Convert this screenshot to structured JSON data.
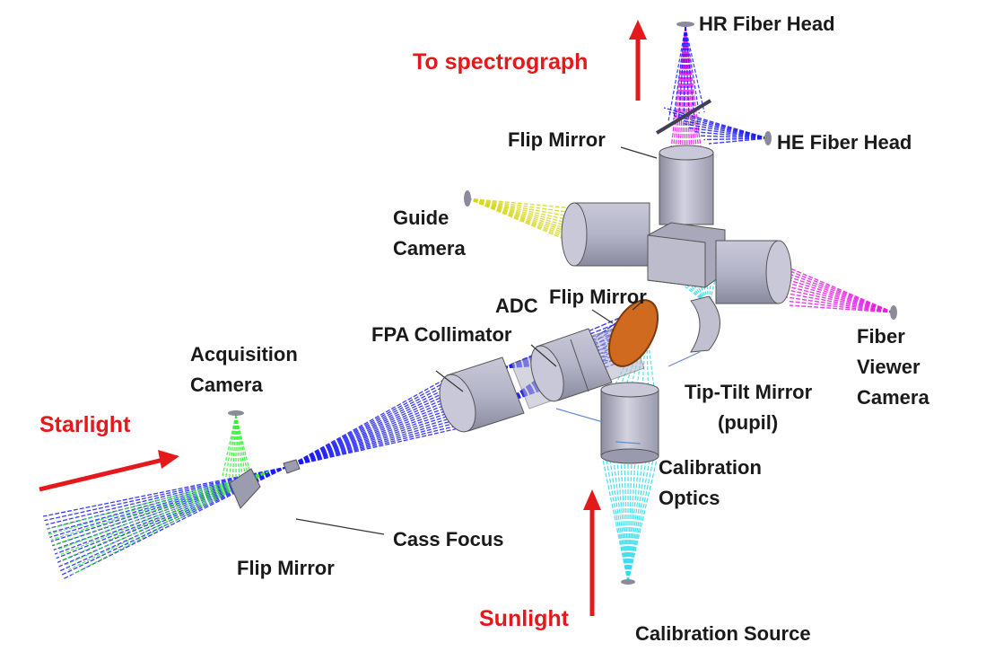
{
  "labels": {
    "hr_fiber_head": "HR Fiber Head",
    "he_fiber_head": "HE Fiber Head",
    "to_spectrograph": "To spectrograph",
    "flip_mirror_top": "Flip Mirror",
    "guide_camera_1": "Guide",
    "guide_camera_2": "Camera",
    "flip_mirror_mid": "Flip Mirror",
    "adc": "ADC",
    "fpa_collimator": "FPA Collimator",
    "acquisition_camera_1": "Acquisition",
    "acquisition_camera_2": "Camera",
    "starlight": "Starlight",
    "fiber_viewer_1": "Fiber",
    "fiber_viewer_2": "Viewer",
    "fiber_viewer_3": "Camera",
    "tip_tilt_1": "Tip-Tilt  Mirror",
    "tip_tilt_2": "(pupil)",
    "calibration_optics_1": "Calibration",
    "calibration_optics_2": "Optics",
    "cass_focus": "Cass Focus",
    "flip_mirror_bottom": "Flip Mirror",
    "sunlight": "Sunlight",
    "calibration_source": "Calibration  Source"
  },
  "colors": {
    "arrow_red": "#e3191c",
    "beam_blue": "#1a1aff",
    "beam_green": "#33ee33",
    "beam_magenta": "#e81ce8",
    "beam_cyan": "#33ddee",
    "beam_yellow": "#d8d820",
    "optic_grey": "#b4b4c8",
    "label_text": "#1a1a1a"
  }
}
